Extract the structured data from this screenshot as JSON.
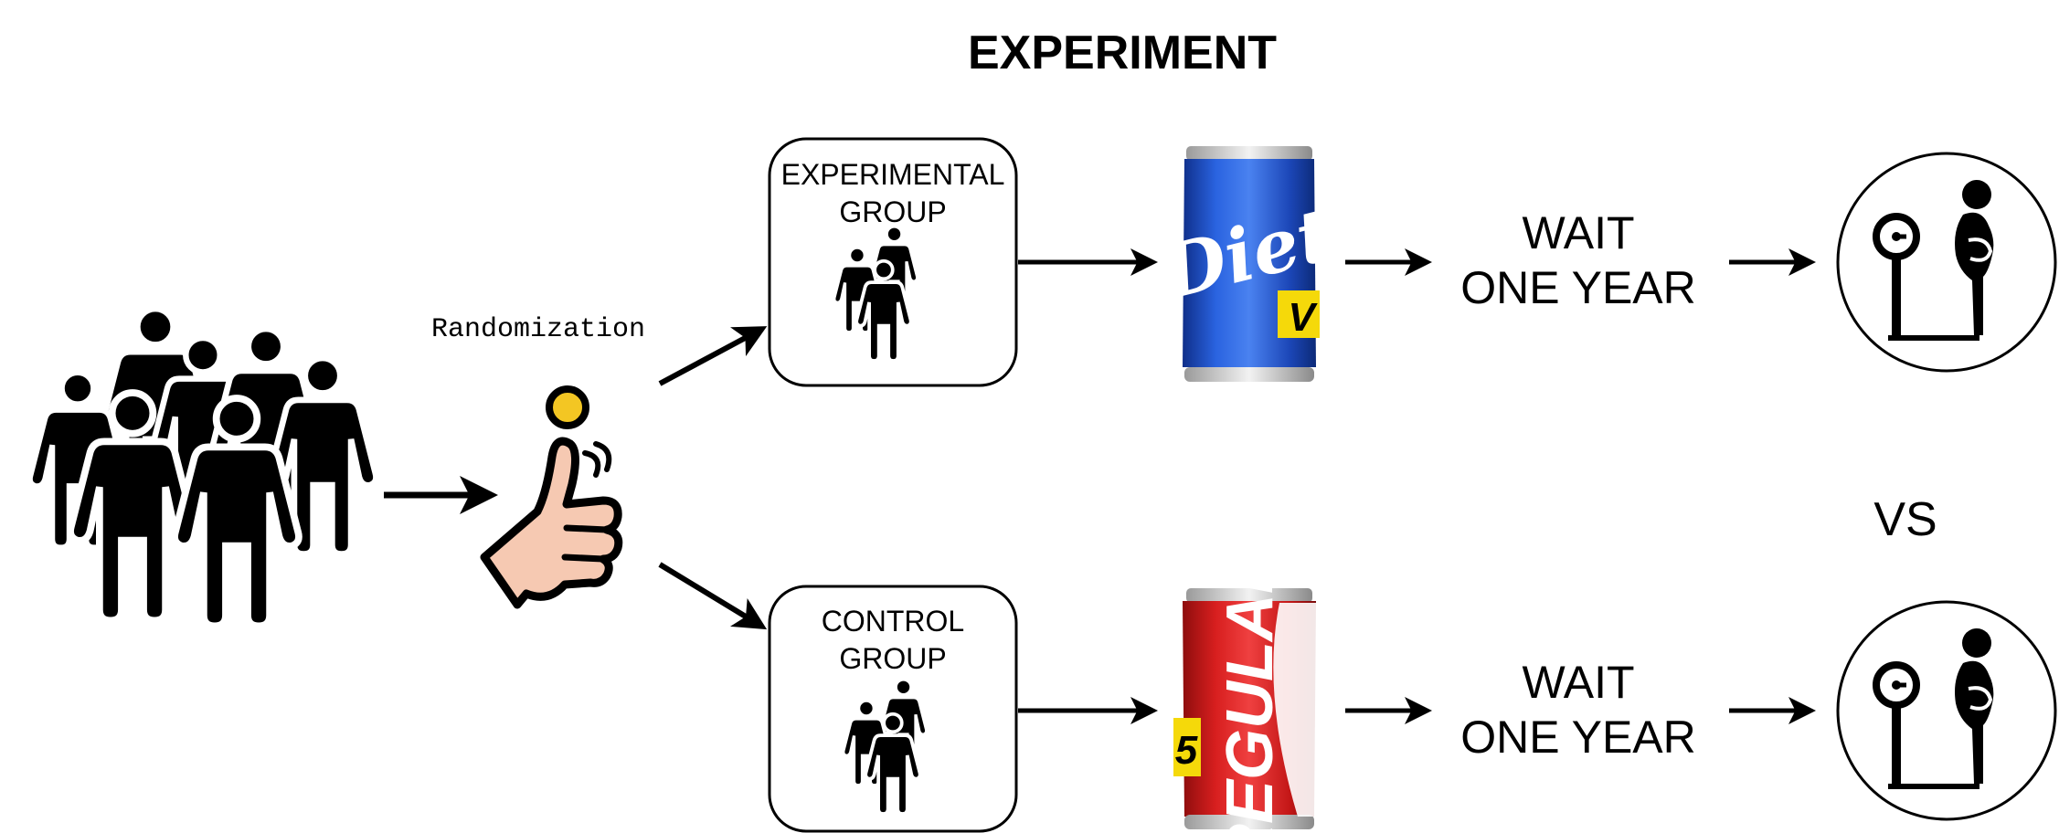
{
  "title": "EXPERIMENT",
  "randomization_label": "Randomization",
  "experimental_group": {
    "line1": "EXPERIMENTAL",
    "line2": "GROUP"
  },
  "control_group": {
    "line1": "CONTROL",
    "line2": "GROUP"
  },
  "diet_can": {
    "brand": "Diet",
    "tag": "V"
  },
  "regular_can": {
    "brand": "REGULAR",
    "tag": "5"
  },
  "wait_top": {
    "line1": "WAIT",
    "line2": "ONE YEAR"
  },
  "wait_bottom": {
    "line1": "WAIT",
    "line2": "ONE YEAR"
  },
  "vs_label": "VS",
  "colors": {
    "diet_can": "#1e4fc8",
    "regular_can": "#d91f1f",
    "tag_yellow": "#f5d90a",
    "coin": "#f3c623",
    "skin": "#f6c9b2",
    "ink": "#000000"
  },
  "icons": {
    "population": "crowd-icon",
    "coin_flip": "hand-coin-flip-icon",
    "group": "people-group-icon",
    "scale": "weighing-scale-person-icon"
  }
}
